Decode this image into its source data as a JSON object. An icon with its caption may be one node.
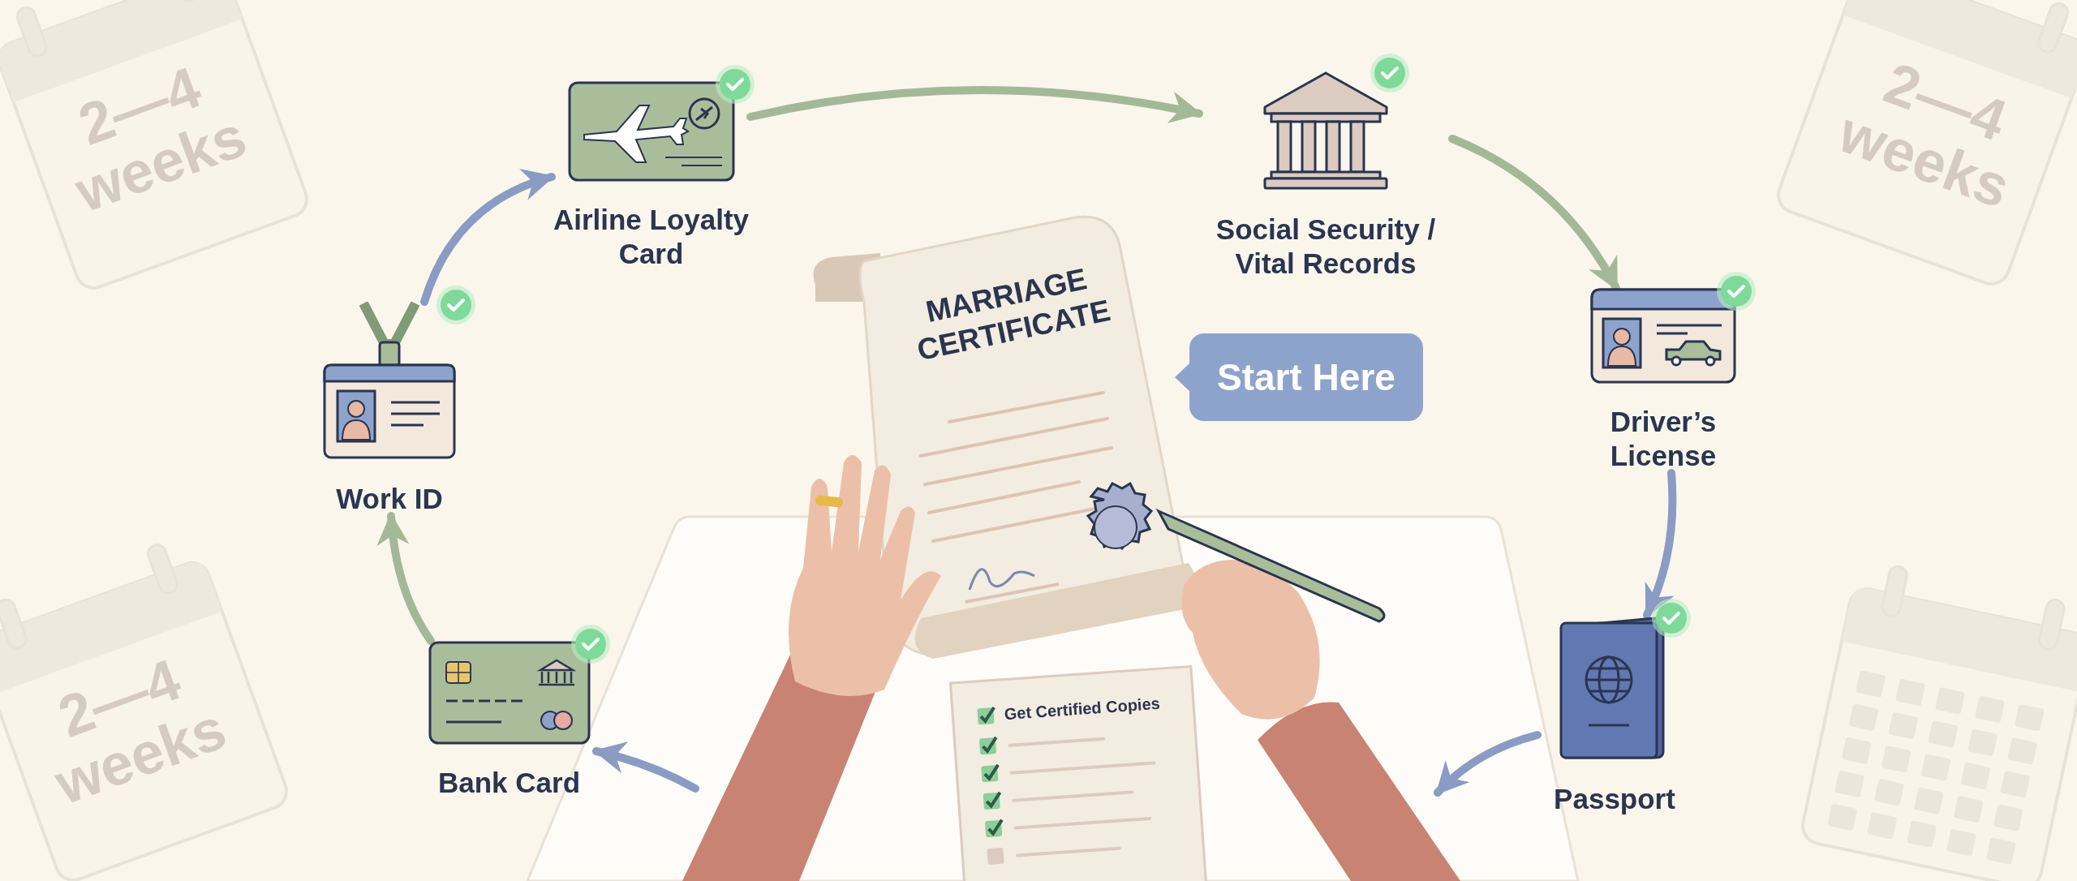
{
  "diagram": {
    "nodes": [
      {
        "text": [
          "Airline Loyalty Card"
        ]
      },
      {
        "text": [
          "Social Security / Vital Records"
        ]
      },
      {
        "text": [
          "Driver’s License"
        ]
      },
      {
        "text": [
          "Passport"
        ]
      },
      {
        "text": [
          "Bank Card"
        ]
      },
      {
        "text": [
          "Work ID"
        ]
      },
      {
        "text": [
          "MARRIAGE CERTIFICATE"
        ]
      },
      {
        "text": [
          "Start Here"
        ]
      },
      {
        "text": [
          "Get Certified Copies"
        ]
      }
    ],
    "edges": [
      {
        "from": 0,
        "to": 1,
        "arrow": "to",
        "color": "#a3b897"
      },
      {
        "from": 1,
        "to": 2,
        "arrow": "to",
        "color": "#a3b897"
      },
      {
        "from": 2,
        "to": 3,
        "arrow": "to"
      },
      {
        "from": 3,
        "to": null,
        "arrow": "to"
      },
      {
        "from": null,
        "to": 4,
        "arrow": "to"
      },
      {
        "from": 4,
        "to": 5,
        "arrow": "to",
        "color": "#a3b897"
      },
      {
        "from": 5,
        "to": 0,
        "arrow": "to"
      }
    ],
    "labels": [
      "2—4 weeks",
      "2—4 weeks",
      "2—4 weeks"
    ]
  }
}
